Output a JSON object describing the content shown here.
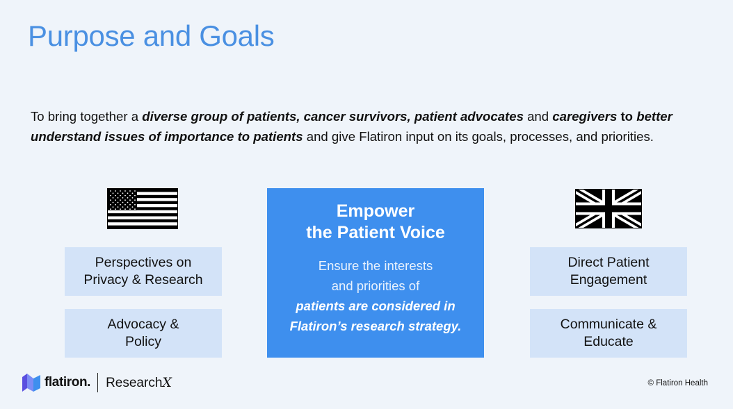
{
  "slide": {
    "title": "Purpose and Goals",
    "intro": {
      "t1": "To bring together a ",
      "t2": "diverse group of patients, cancer survivors, patient advocates",
      "t3": " and ",
      "t4": "caregivers",
      "t5": " to ",
      "t6": "better understand issues of importance to patients",
      "t7": " and give Flatiron input on its goals, processes, and priorities."
    },
    "left_boxes": [
      {
        "line1": "Perspectives on",
        "line2": "Privacy & Research"
      },
      {
        "line1": "Advocacy &",
        "line2": "Policy"
      }
    ],
    "right_boxes": [
      {
        "line1": "Direct Patient",
        "line2": "Engagement"
      },
      {
        "line1": "Communicate &",
        "line2": "Educate"
      }
    ],
    "center": {
      "heading_line1": "Empower",
      "heading_line2": "the Patient Voice",
      "body_line1": "Ensure the interests",
      "body_line2": "and priorities of",
      "body_line3": "patients are considered in",
      "body_line4": "Flatiron’s research strategy."
    },
    "flags": {
      "left": "us-flag-icon",
      "right": "uk-flag-icon"
    },
    "footer": {
      "brand": "flatiron.",
      "product_prefix": "Research",
      "product_suffix": "X",
      "copyright": "© Flatiron Health"
    },
    "colors": {
      "background": "#eff4fa",
      "accent": "#4a90e2",
      "center_box": "#3e8fee",
      "pill_box": "#d3e3f8"
    }
  }
}
